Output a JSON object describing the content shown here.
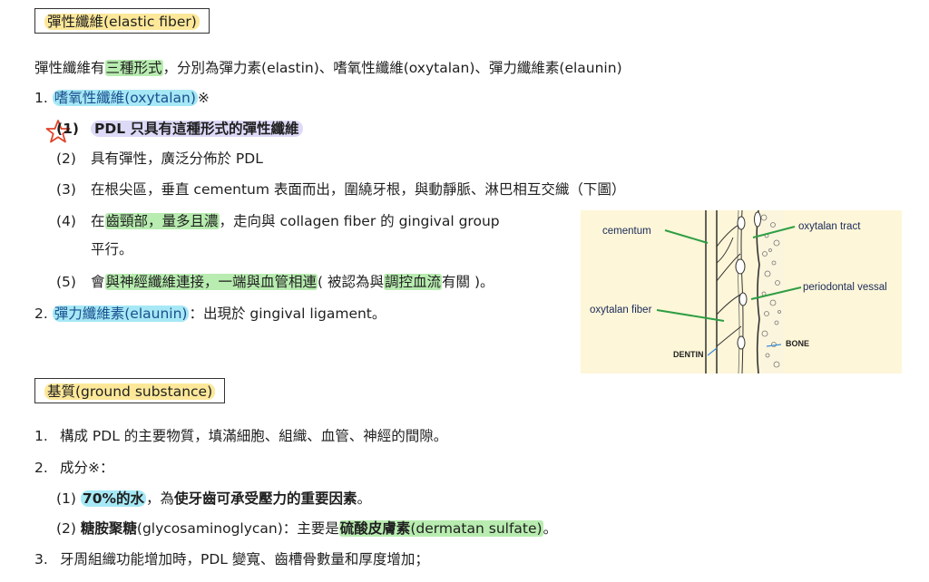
{
  "elastic": {
    "heading_hl": "彈性纖維(elastic fiber)",
    "intro_pre": "彈性纖維有",
    "intro_hl": "三種形式",
    "intro_post": "，分別為彈力素(elastin)、嗜氧性纖維(oxytalan)、彈力纖維素(elaunin)",
    "item1_no": "1.",
    "item1_hl": "嗜氧性纖維(oxytalan)",
    "item1_mark": "※",
    "sub1_no": "(1)",
    "sub1_text": "PDL 只具有這種形式的彈性纖維",
    "sub2_no": "(2)",
    "sub2_text": "具有彈性，廣泛分佈於 PDL",
    "sub3_no": "(3)",
    "sub3_text": "在根尖區，垂直 cementum 表面而出，圍繞牙根，與動靜脈、淋巴相互交織（下圖）",
    "sub4_no": "(4)",
    "sub4_pre": "在",
    "sub4_hl": "齒頸部，量多且濃",
    "sub4_post": "，走向與 collagen fiber 的 gingival group",
    "sub4_cont": "平行。",
    "sub5_no": "(5)",
    "sub5_pre": "會",
    "sub5_hl1": "與神經纖維連接，一端與血管相連",
    "sub5_mid": "( 被認為與",
    "sub5_hl2": "調控血流",
    "sub5_post": "有關 )。",
    "item2_no": "2.",
    "item2_hl": "彈力纖維素(elaunin)",
    "item2_post": "：出現於 gingival ligament。"
  },
  "figure": {
    "cementum": "cementum",
    "oxytalan_tract": "oxytalan tract",
    "periodontal_vessal": "periodontal vessal",
    "oxytalan_fiber": "oxytalan fiber",
    "dentin": "DENTIN",
    "bone": "BONE",
    "line_color": "#2e9e44"
  },
  "ground": {
    "heading_hl": "基質(ground substance)",
    "item1_no": "1.",
    "item1_text": "構成 PDL 的主要物質，填滿細胞、組織、血管、神經的間隙。",
    "item2_no": "2.",
    "item2_text": "成分※：",
    "sub1_no": "(1)",
    "sub1_hl": "70%的水",
    "sub1_mid": "，為",
    "sub1_bold": "使牙齒可承受壓力的重要因素",
    "sub1_post": "。",
    "sub2_no": "(2)",
    "sub2_bold": "糖胺聚糖",
    "sub2_mid": "(glycosaminoglycan)：主要是",
    "sub2_hl_bold": "硫酸皮膚素",
    "sub2_hl": "(dermatan sulfate)",
    "sub2_post": "。",
    "item3_no": "3.",
    "item3_text": "牙周組織功能增加時，PDL 變寬、齒槽骨數量和厚度增加；"
  }
}
